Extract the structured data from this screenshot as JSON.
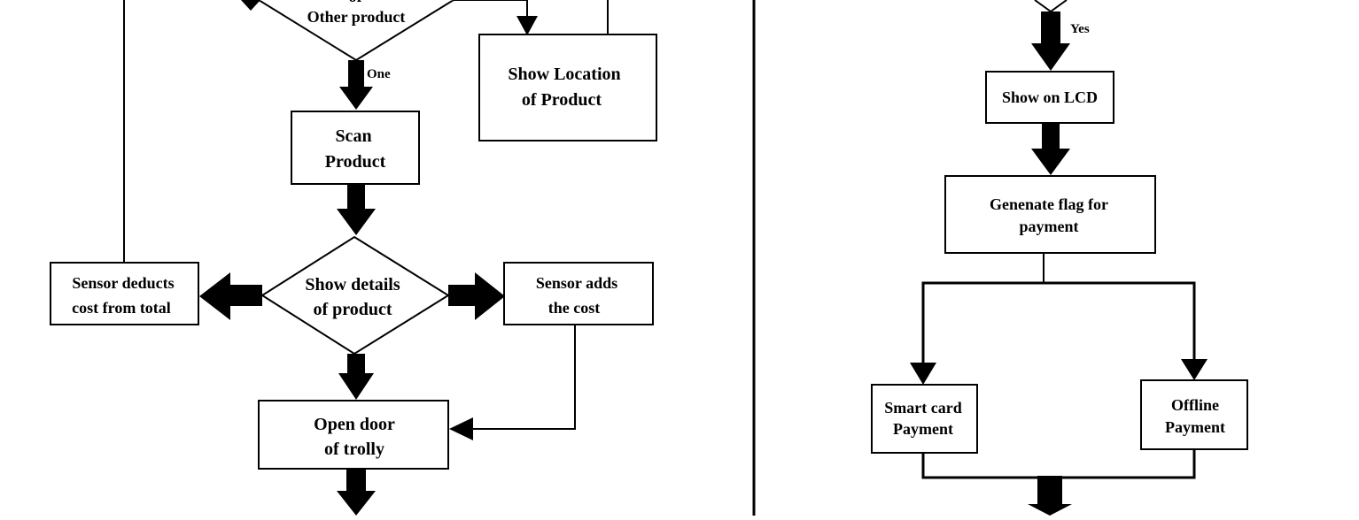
{
  "colors": {
    "ink": "#000000",
    "paper": "#ffffff"
  },
  "left_flow": {
    "decision_top": {
      "line1": "or",
      "line2": "Other product"
    },
    "edge_one": "One",
    "show_location": {
      "line1": "Show Location",
      "line2": "of Product"
    },
    "scan_product": {
      "line1": "Scan",
      "line2": "Product"
    },
    "show_details": {
      "line1": "Show details",
      "line2": "of product"
    },
    "sensor_deducts": {
      "line1": "Sensor deducts",
      "line2": "cost from total"
    },
    "sensor_adds": {
      "line1": "Sensor adds",
      "line2": "the cost"
    },
    "open_door": {
      "line1": "Open door",
      "line2": "of trolly"
    }
  },
  "right_flow": {
    "edge_yes": "Yes",
    "show_lcd": "Show on LCD",
    "generate_flag": {
      "line1": "Genenate flag for",
      "line2": "payment"
    },
    "smart_card": {
      "line1": "Smart card",
      "line2": "Payment"
    },
    "offline": {
      "line1": "Offline",
      "line2": "Payment"
    }
  }
}
